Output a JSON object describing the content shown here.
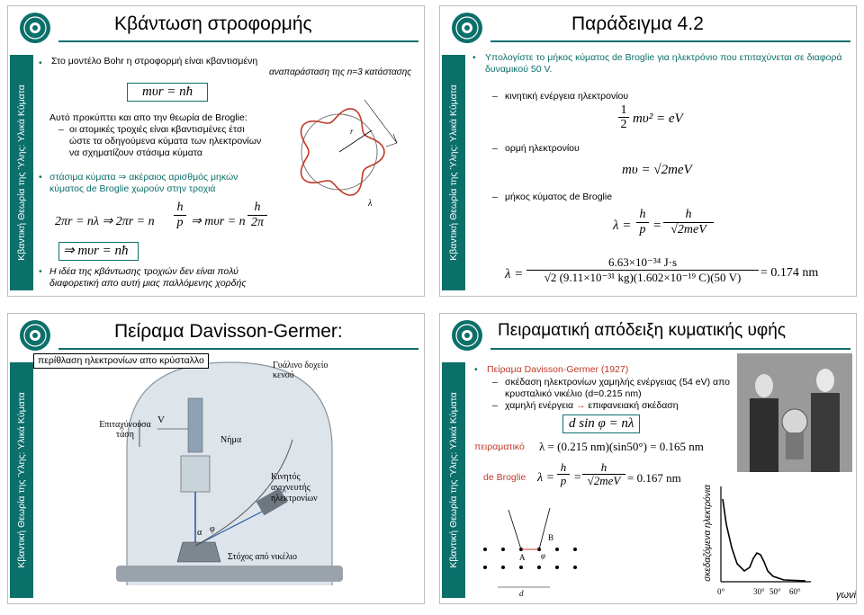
{
  "sidebar_label": "Κβαντική Θεωρία της Ύλης: Υλικά Κύματα",
  "slide1": {
    "title": "Κβάντωση στροφορμής",
    "bullet1": "Στο μοντέλο Bohr η στροφορμή είναι κβαντισμένη",
    "eq_bohr": "mυr = nħ",
    "para": "Αυτό προκύπτει και απο την θεωρία de Broglie:",
    "sub1": "οι ατομικές τροχιές είναι κβαντισμένες έτσι ώστε τα οδηγούμενα κύματα των ηλεκτρονίων να σχηματίζουν στάσιμα κύματα",
    "bullet2": "στάσιμα κύματα ⇒ ακέραιος αρισθμός μηκών κύματος de Broglie χωρούν στην τροχιά",
    "eq_chain_a": "2πr = nλ ⇒ 2πr = n",
    "frac_hp_num": "h",
    "frac_hp_den": "p",
    "eq_chain_b": "⇒ mυr = n",
    "frac_h2pi_num": "h",
    "frac_h2pi_den": "2π",
    "eq_result": "⇒ mυr = nħ",
    "note": "Η ιδέα της κβάντωσης τροχιών δεν είναι πολύ διαφορετική απο αυτή μιας παλλόμενης χορδής",
    "caption": "αναπαράσταση της n=3 κατάστασης",
    "diagram_r": "r",
    "diagram_lambda": "λ"
  },
  "slide2": {
    "title": "Παράδειγμα 4.2",
    "bullet": "Υπολογίστε το μήκος κύματος de Broglie για ηλεκτρόνιο που επιταχύνεται σε διαφορά δυναμικού 50 V.",
    "item1": "κινητική ενέργεια ηλεκτρονίου",
    "item2": "ορμή ηλεκτρονίου",
    "item3": "μήκος κύματος de Broglie",
    "eq1_num": "1",
    "eq1_den": "2",
    "eq1_rest": "mυ² = eV",
    "eq2": "mυ = √2meV",
    "eq3_lhs": "λ =",
    "eq3_f1_num": "h",
    "eq3_f1_den": "p",
    "eq3_f2_num": "h",
    "eq3_f2_den": "√2meV",
    "eq4_lhs": "λ =",
    "eq4_num": "6.63×10⁻³⁴ J·s",
    "eq4_den": "√2 (9.11×10⁻³¹ kg)(1.602×10⁻¹⁹ C)(50 V)",
    "eq4_result": "= 0.174 nm"
  },
  "slide3": {
    "title": "Πείραμα Davisson-Germer:",
    "boxlabel": "περίθλαση ηλεκτρονίων απο κρύσταλλο",
    "lbl_voltage": "Επιταχύνουσα τάση",
    "lbl_V": "V",
    "lbl_filament": "Νήμα",
    "lbl_jar": "Γυάλινο δοχείο κενού",
    "lbl_detector": "Κινητός ανιχνευτής ηλεκτρονίων",
    "lbl_alpha": "α",
    "lbl_phi": "φ",
    "lbl_target": "Στόχος από νικέλιο"
  },
  "slide4": {
    "title": "Πειραματική απόδειξη κυματικής υφής",
    "bullet": "Πείραμα Davisson-Germer (1927)",
    "sub1": "σκέδαση ηλεκτρονίων χαμηλής ενέργειας (54 eV) απο κρυσταλικό νικέλιο (d=0.215 nm)",
    "sub2_pre": "χαμηλή ενέργεια",
    "sub2_post": "επιφανειακή σκέδαση",
    "eq_bragg": "d sin φ = nλ",
    "lbl_exp": "πειραματικό",
    "eq_exp": "λ = (0.215 nm)(sin50°) = 0.165 nm",
    "lbl_db": "de Broglie",
    "eq_db_lhs": "λ =",
    "eq_db_f1_num": "h",
    "eq_db_f1_den": "p",
    "eq_db_f2_num": "h",
    "eq_db_f2_den": "√2meV",
    "eq_db_res": "= 0.167 nm",
    "plot_ylabel": "σκεδαζόμενα ηλεκτρόνια",
    "plot_xlabel": "γωνία",
    "ticks": [
      "0°",
      "30°",
      "50°",
      "60°"
    ],
    "diag_A": "A",
    "diag_B": "B",
    "diag_phi": "φ",
    "diag_d": "d"
  }
}
